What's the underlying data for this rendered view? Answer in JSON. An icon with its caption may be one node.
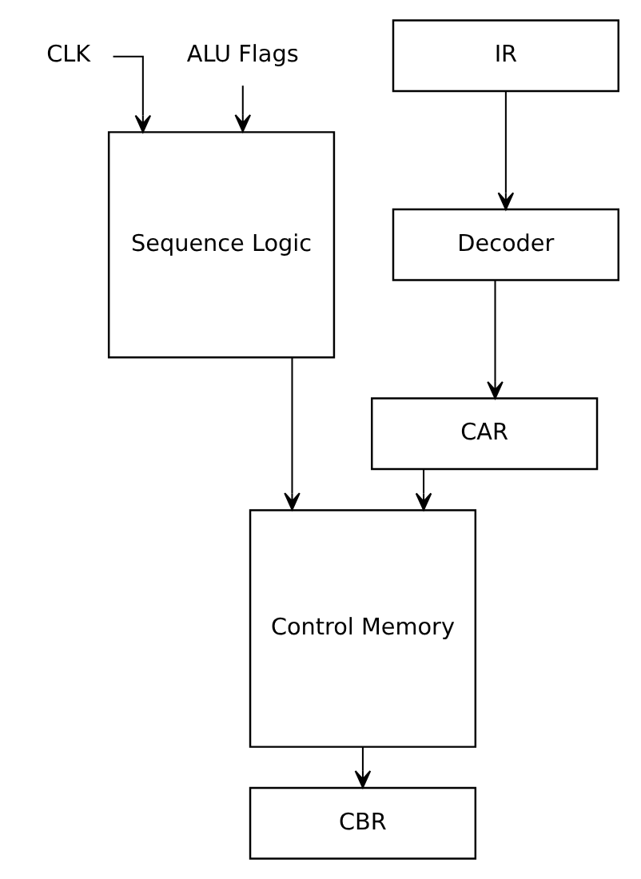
{
  "diagram": {
    "nodes": [
      {
        "text": [
          "CLK"
        ]
      },
      {
        "text": [
          "ALU Flags"
        ]
      },
      {
        "text": [
          "Sequence Logic"
        ]
      },
      {
        "text": [
          "IR"
        ]
      },
      {
        "text": [
          "Decoder"
        ]
      },
      {
        "text": [
          "CAR"
        ]
      },
      {
        "text": [
          "Control Memory"
        ]
      },
      {
        "text": [
          "CBR"
        ]
      }
    ],
    "edges": [
      {
        "from": 0,
        "to": 2,
        "arrow": "to"
      },
      {
        "from": 1,
        "to": 2,
        "arrow": "to"
      },
      {
        "from": 3,
        "to": 4,
        "arrow": "to"
      },
      {
        "from": 4,
        "to": 5,
        "arrow": "to"
      },
      {
        "from": 5,
        "to": 6,
        "arrow": "to"
      },
      {
        "from": 2,
        "to": 6,
        "arrow": "to"
      },
      {
        "from": 6,
        "to": 7,
        "arrow": "to"
      }
    ]
  }
}
